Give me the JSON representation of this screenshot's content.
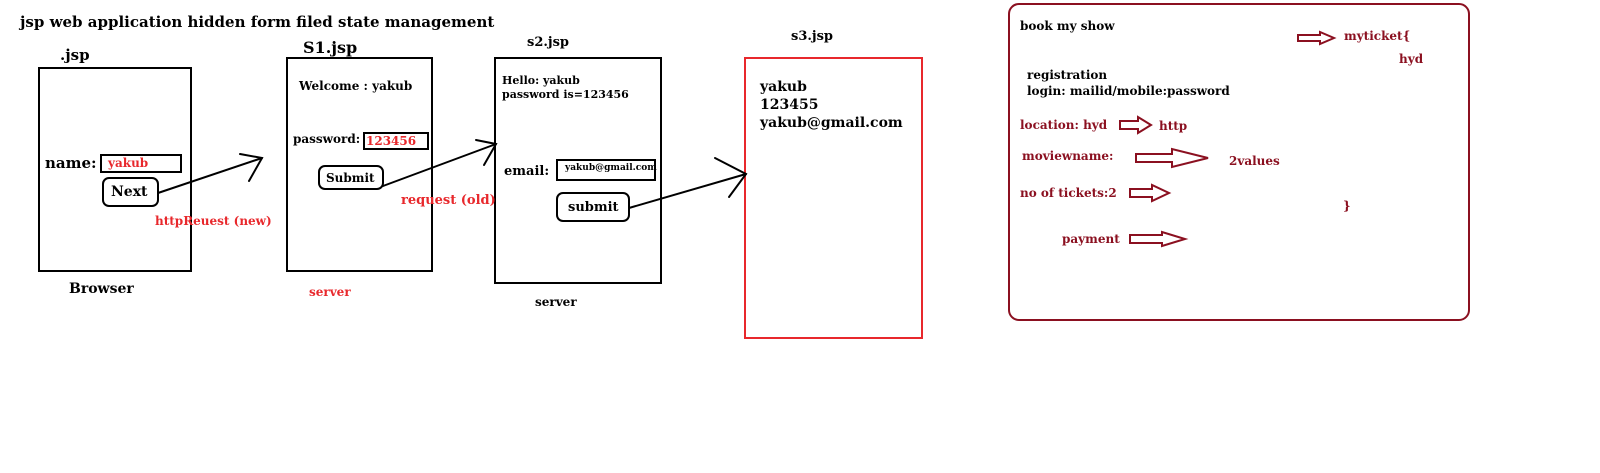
{
  "title": "jsp web application hidden form filed state management",
  "colors": {
    "ink": "#000000",
    "red": "#e8282c",
    "maroon": "#8b1020"
  },
  "panel1": {
    "heading": ".jsp",
    "name_label": "name:",
    "name_value": "yakub",
    "next_button": "Next",
    "footer": "Browser"
  },
  "panel2": {
    "heading": "S1.jsp",
    "welcome": "Welcome : yakub",
    "password_label": "password:",
    "password_value": "123456",
    "submit_button": "Submit",
    "footer": "server"
  },
  "panel3": {
    "heading": "s2.jsp",
    "hello_line": "Hello: yakub",
    "password_line": "password is=123456",
    "email_label": "email:",
    "email_value": "yakub@gmail.com",
    "submit_button": "submit",
    "footer": "server"
  },
  "panel4": {
    "heading": "s3.jsp",
    "line1": "yakub",
    "line2": "123455",
    "line3": "yakub@gmail.com"
  },
  "arrow_labels": {
    "new_request": "httpReuest (new)",
    "old_request": "request (old)"
  },
  "notes": {
    "heading": "book my show",
    "myticket": "myticket{",
    "hyd": "hyd",
    "registration": "registration",
    "login": "login: mailid/mobile:password",
    "location": "location: hyd",
    "http": "http",
    "moviename": "moviewname:",
    "two_values": "2values",
    "tickets": "no of tickets:2",
    "close_brace": "}",
    "payment": "payment"
  }
}
